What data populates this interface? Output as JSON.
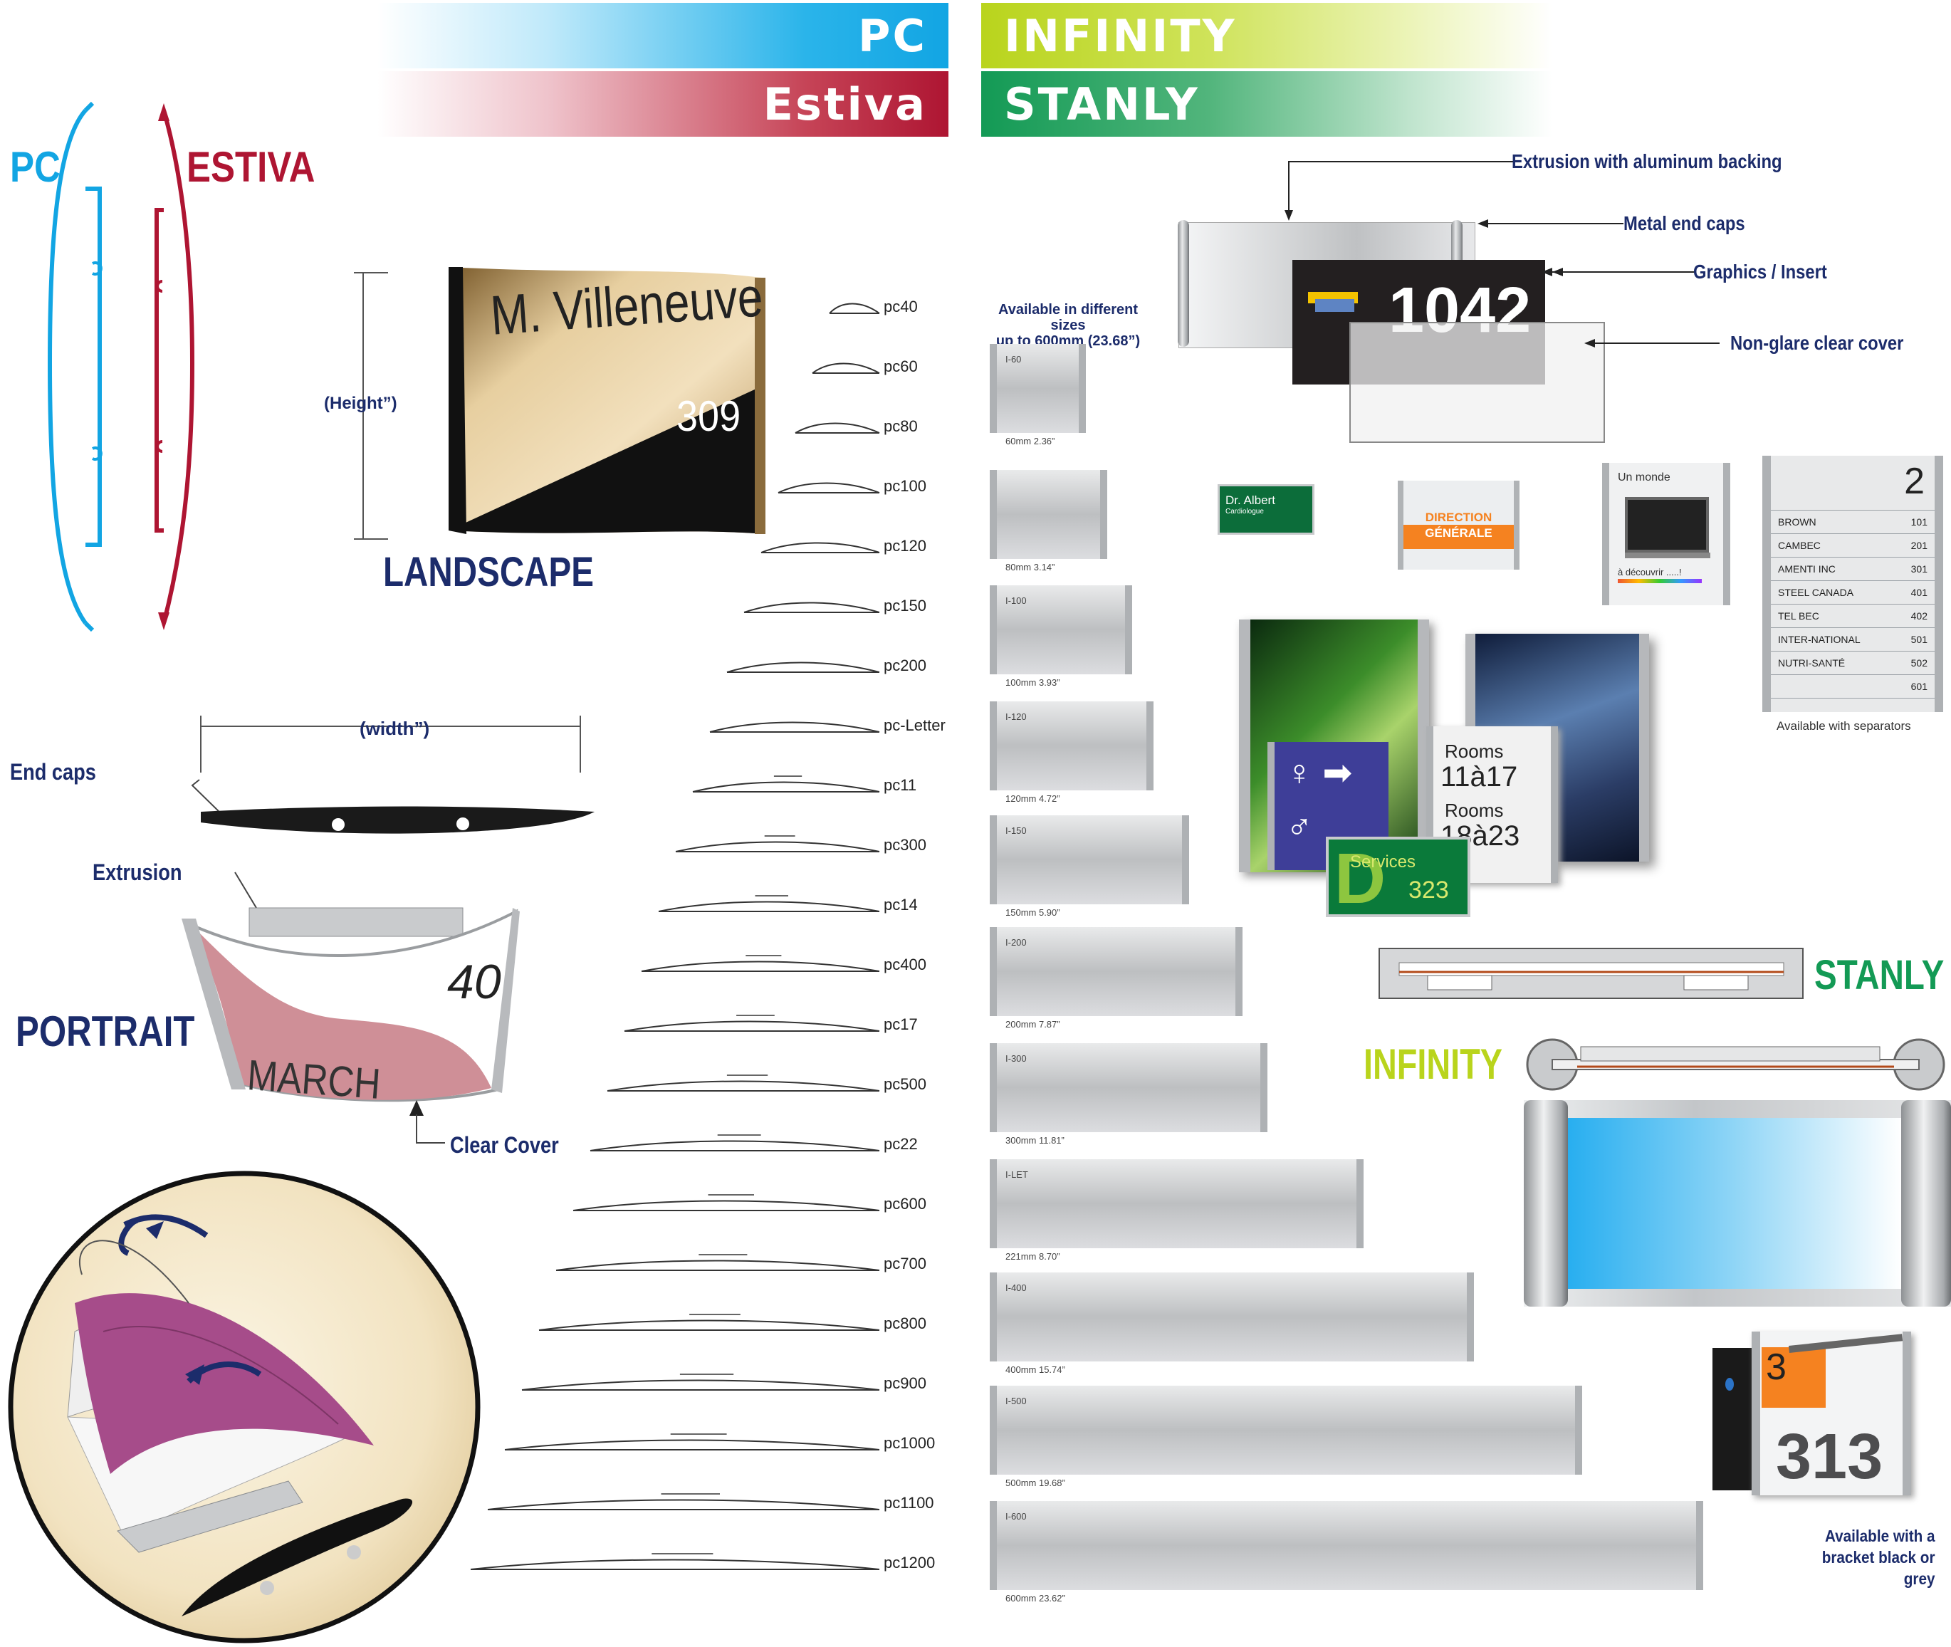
{
  "header": {
    "pc": "PC",
    "estiva": "Estiva",
    "infinity": "INFINITY",
    "stanly": "STANLY"
  },
  "left": {
    "pc_label": "PC",
    "estiva_label": "ESTIVA",
    "height_label": "(Height”)",
    "landscape": "LANDSCAPE",
    "sign_name": "M. Villeneuve",
    "sign_number": "309",
    "width_label": "(width”)",
    "end_caps": "End caps",
    "extrusion": "Extrusion",
    "portrait": "PORTRAIT",
    "portrait_number": "40",
    "portrait_text": "MARCH",
    "clear_cover": "Clear Cover"
  },
  "profiles": [
    "pc40",
    "pc60",
    "pc80",
    "pc100",
    "pc120",
    "pc150",
    "pc200",
    "pc-Letter",
    "pc11",
    "pc300",
    "pc14",
    "pc400",
    "pc17",
    "pc500",
    "pc22",
    "pc600",
    "pc700",
    "pc800",
    "pc900",
    "pc1000",
    "pc1100",
    "pc1200"
  ],
  "sizes": {
    "note_line1": "Available in different sizes",
    "note_line2": "up to 600mm (23.68”)",
    "items": [
      {
        "code": "I-60",
        "dim": "60mm 2.36”"
      },
      {
        "code": "",
        "dim": "80mm 3.14”"
      },
      {
        "code": "I-100",
        "dim": "100mm 3.93”"
      },
      {
        "code": "I-120",
        "dim": "120mm 4.72”"
      },
      {
        "code": "I-150",
        "dim": "150mm 5.90”"
      },
      {
        "code": "I-200",
        "dim": "200mm 7.87”"
      },
      {
        "code": "I-300",
        "dim": "300mm 11.81”"
      },
      {
        "code": "I-LET",
        "dim": "221mm 8.70”"
      },
      {
        "code": "I-400",
        "dim": "400mm 15.74”"
      },
      {
        "code": "I-500",
        "dim": "500mm 19.68”"
      },
      {
        "code": "I-600",
        "dim": "600mm 23.62”"
      }
    ]
  },
  "right": {
    "callout_extrusion": "Extrusion with aluminum backing",
    "callout_endcaps": "Metal end caps",
    "callout_graphics": "Graphics / Insert",
    "callout_cover": "Non-glare clear cover",
    "exploded_number": "1042",
    "dr_name": "Dr. Albert",
    "dr_title": "Cardiologue",
    "direction_line1": "DIRECTION",
    "direction_line2": "GÉNÉRALE",
    "monde_title": "Un monde",
    "monde_sub": "à découvrir .....!",
    "directory_floor": "2",
    "directory": [
      {
        "name": "BROWN",
        "num": "101"
      },
      {
        "name": "CAMBEC",
        "num": "201"
      },
      {
        "name": "AMENTI INC",
        "num": "301"
      },
      {
        "name": "STEEL CANADA",
        "num": "401"
      },
      {
        "name": "TEL BEC",
        "num": "402"
      },
      {
        "name": "INTER-NATIONAL",
        "num": "501"
      },
      {
        "name": "NUTRI-SANTÉ",
        "num": "502"
      },
      {
        "name": "",
        "num": "601"
      }
    ],
    "separators_note": "Available with separators",
    "rooms1": "Rooms",
    "rooms1_range": "11à17",
    "rooms2": "Rooms",
    "rooms2_range": "18à23",
    "services": "Services",
    "services_num": "323",
    "stanly_label": "STANLY",
    "infinity_label": "INFINITY",
    "bracket_num_small": "3",
    "bracket_num": "313",
    "bracket_note1": "Available with a",
    "bracket_note2": "bracket black or grey"
  },
  "colors": {
    "pc_blue": "#12a5e3",
    "estiva_red": "#ae1532",
    "infinity_green": "#b9d41c",
    "stanly_green": "#139a55",
    "navy": "#1c2c6b"
  }
}
